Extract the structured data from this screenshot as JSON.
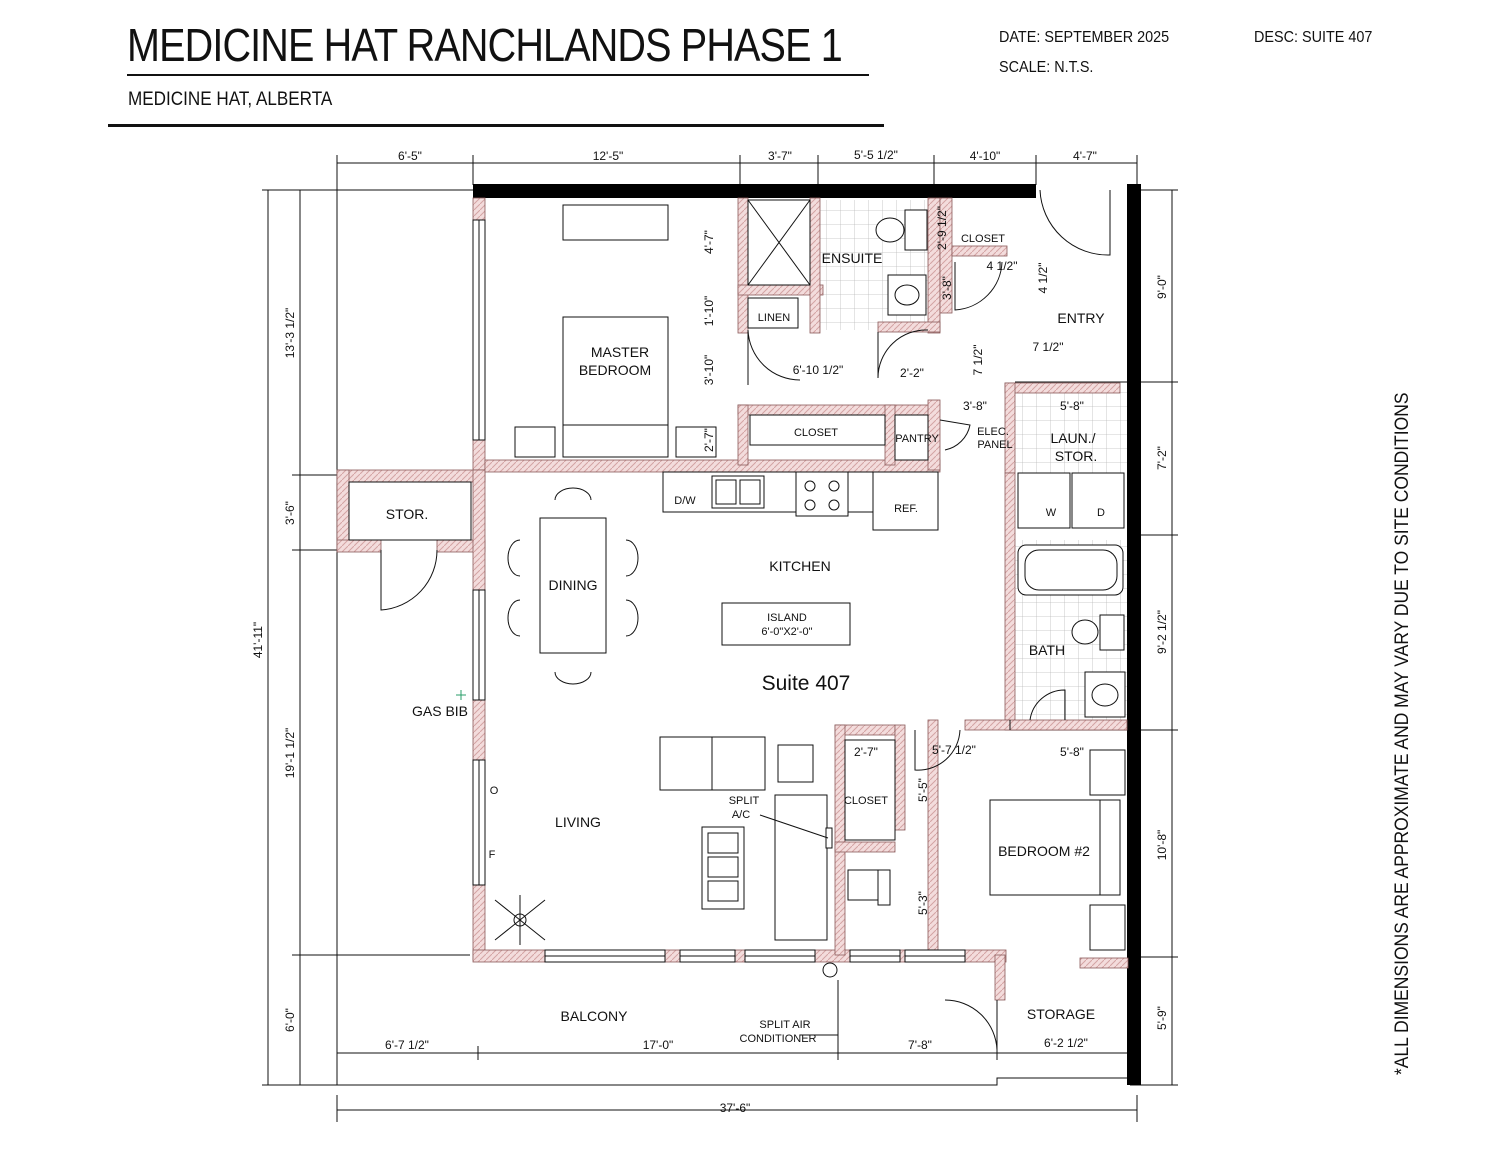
{
  "header": {
    "title": "MEDICINE HAT RANCHLANDS PHASE 1",
    "subtitle": "MEDICINE HAT, ALBERTA",
    "date": "DATE: SEPTEMBER 2025",
    "scale": "SCALE: N.T.S.",
    "desc": "DESC: SUITE 407"
  },
  "disclaimer": "*ALL DIMENSIONS ARE APPROXIMATE AND MAY VARY DUE TO SITE CONDITIONS",
  "suite_name": "Suite 407",
  "rooms": {
    "master_line1": "MASTER",
    "master_line2": "BEDROOM",
    "ensuite": "ENSUITE",
    "linen": "LINEN",
    "closet_master": "CLOSET",
    "closet_entry": "CLOSET",
    "pantry": "PANTRY",
    "entry": "ENTRY",
    "elec_line1": "ELEC.",
    "elec_line2": "PANEL",
    "laundry_line1": "LAUN./",
    "laundry_line2": "STOR.",
    "washer": "W",
    "dryer": "D",
    "stor": "STOR.",
    "dining": "DINING",
    "kitchen": "KITCHEN",
    "island_line1": "ISLAND",
    "island_line2": "6'-0\"X2'-0\"",
    "dishwasher": "D/W",
    "fridge": "REF.",
    "bath": "BATH",
    "gas_bib": "GAS BIB",
    "living": "LIVING",
    "fireplace_o": "O",
    "fireplace_f": "F",
    "split_line1": "SPLIT",
    "split_line2": "A/C",
    "closet_bed2": "CLOSET",
    "bedroom2": "BEDROOM #2",
    "balcony": "BALCONY",
    "split_air_line1": "SPLIT AIR",
    "split_air_line2": "CONDITIONER",
    "storage": "STORAGE"
  },
  "dimensions": {
    "top_1": "6'-5\"",
    "top_2": "12'-5\"",
    "top_3": "3'-7\"",
    "top_4": "5'-5 1/2\"",
    "top_5": "4'-10\"",
    "top_6": "4'-7\"",
    "left_1": "13'-3 1/2\"",
    "left_2": "3'-6\"",
    "left_3": "19'-1 1/2\"",
    "left_4": "6'-0\"",
    "left_total": "41'-11\"",
    "right_1": "9'-0\"",
    "right_2": "7'-2\"",
    "right_3": "9'-2 1/2\"",
    "right_4": "10'-8\"",
    "right_5": "5'-9\"",
    "bottom_total": "37'-6\"",
    "bal_1": "6'-7 1/2\"",
    "bal_2": "17'-0\"",
    "bal_3": "7'-8\"",
    "bal_4": "6'-2 1/2\"",
    "int_4_7": "4'-7\"",
    "int_1_10": "1'-10\"",
    "int_3_10": "3'-10\"",
    "int_2_7": "2'-7\"",
    "int_6_10": "6'-10 1/2\"",
    "int_2_2": "2'-2\"",
    "int_2_9": "2'-9 1/2\"",
    "int_3_8": "3'-8\"",
    "int_4_half": "4 1/2\"",
    "int_4_half_b": "4 1/2\"",
    "int_7_half": "7 1/2\"",
    "int_7_half_b": "7 1/2\"",
    "int_3_8b": "3'-8\"",
    "int_5_8": "5'-8\"",
    "int_2_7b": "2'-7\"",
    "int_5_7": "5'-7 1/2\"",
    "int_5_8b": "5'-8\"",
    "int_5_5": "5'-5\"",
    "int_5_3": "5'-3\""
  }
}
